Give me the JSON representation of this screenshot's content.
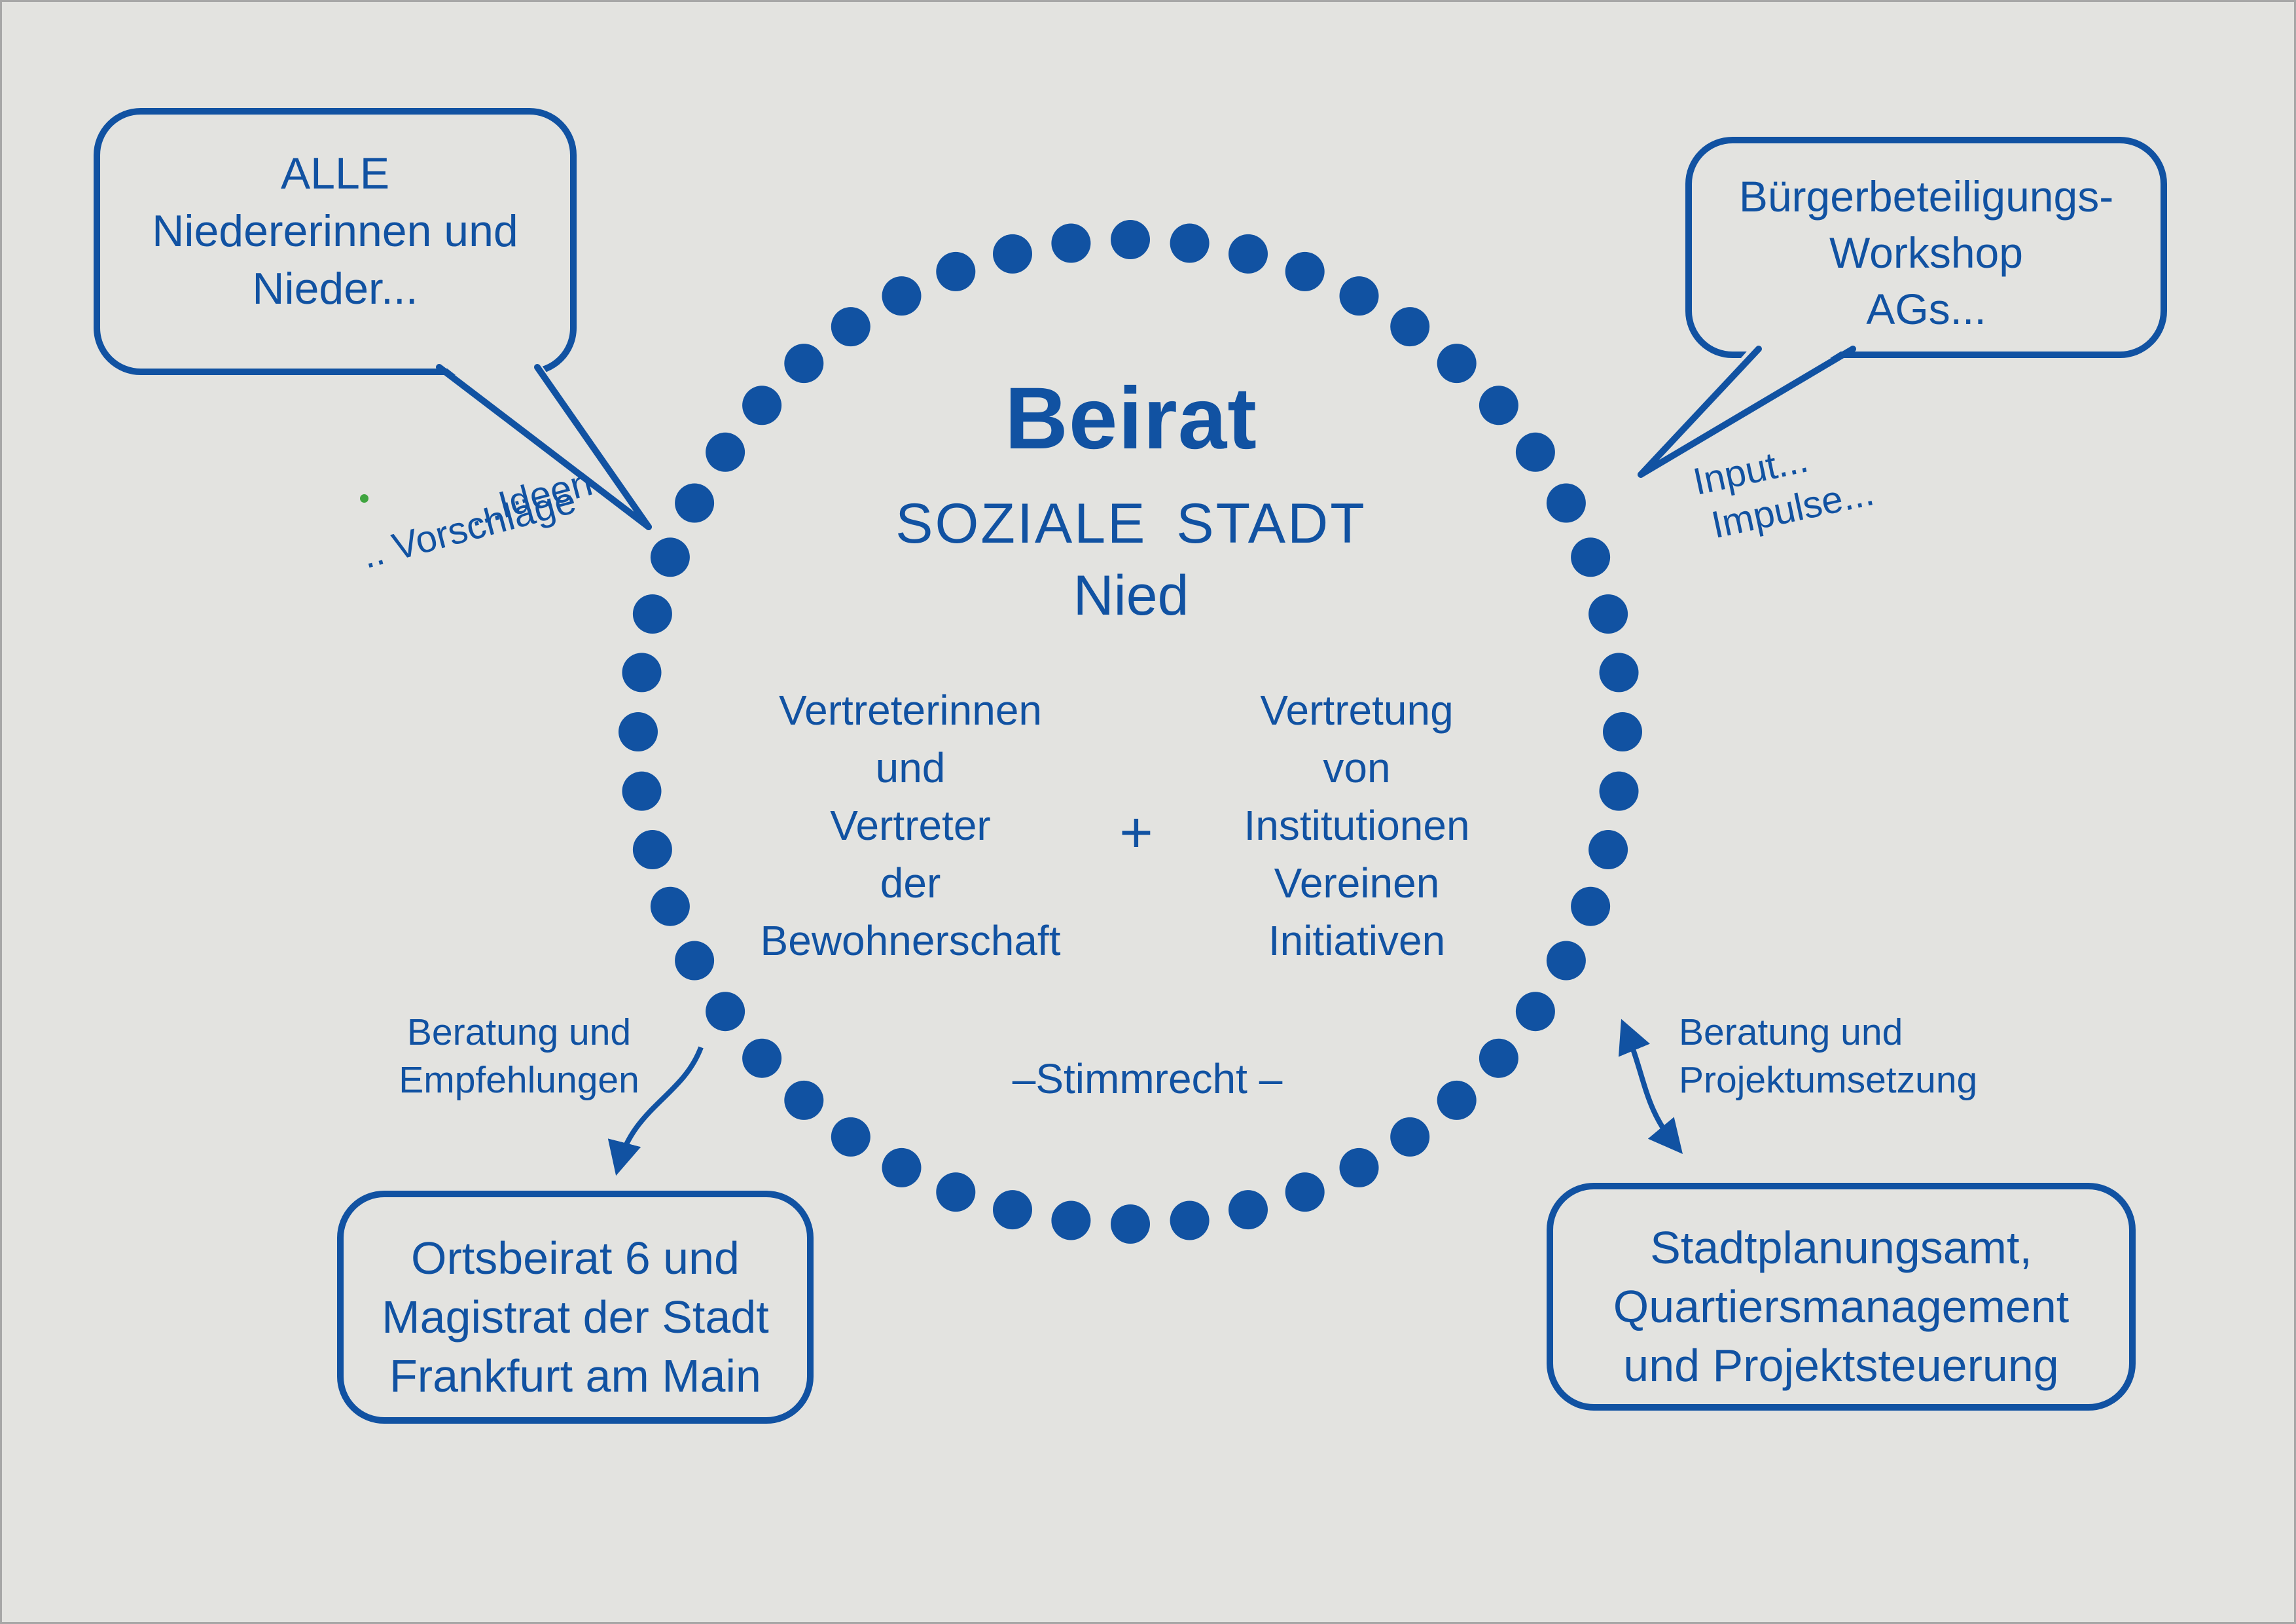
{
  "colors": {
    "blue": "#1152a2",
    "background": "#e3e3e0",
    "green_dot": "#3fa43f"
  },
  "center": {
    "title": "Beirat",
    "subtitle1": "SOZIALE STADT",
    "subtitle2": "Nied",
    "left_column": [
      "Vertreterinnen",
      "und",
      "Vertreter",
      "der",
      "Bewohnerschaft"
    ],
    "plus": "+",
    "right_column": [
      "Vertretung",
      "von",
      "Institutionen",
      "Vereinen",
      "Initiativen"
    ],
    "bottom_note": "–Stimmrecht –"
  },
  "bubbles": {
    "top_left": {
      "lines": [
        "ALLE",
        "Niedererinnen und",
        "Nieder..."
      ]
    },
    "top_right": {
      "lines": [
        "Bürgerbeteiligungs-",
        "Workshop",
        "AGs..."
      ]
    }
  },
  "boxes": {
    "bottom_left": {
      "lines": [
        "Ortsbeirat 6 und",
        "Magistrat der Stadt",
        "Frankfurt am Main"
      ]
    },
    "bottom_right": {
      "lines": [
        "Stadtplanungsamt,",
        "Quartiersmanagement",
        "und Projektsteuerung"
      ]
    }
  },
  "labels": {
    "ideen": "...Ideen",
    "vorschlaege": ".. Vorschläge",
    "input": "Input...",
    "impulse": "Impulse...",
    "beratung_left": [
      "Beratung und",
      "Empfehlungen"
    ],
    "beratung_right": [
      "Beratung und",
      "Projektumsetzung"
    ]
  }
}
